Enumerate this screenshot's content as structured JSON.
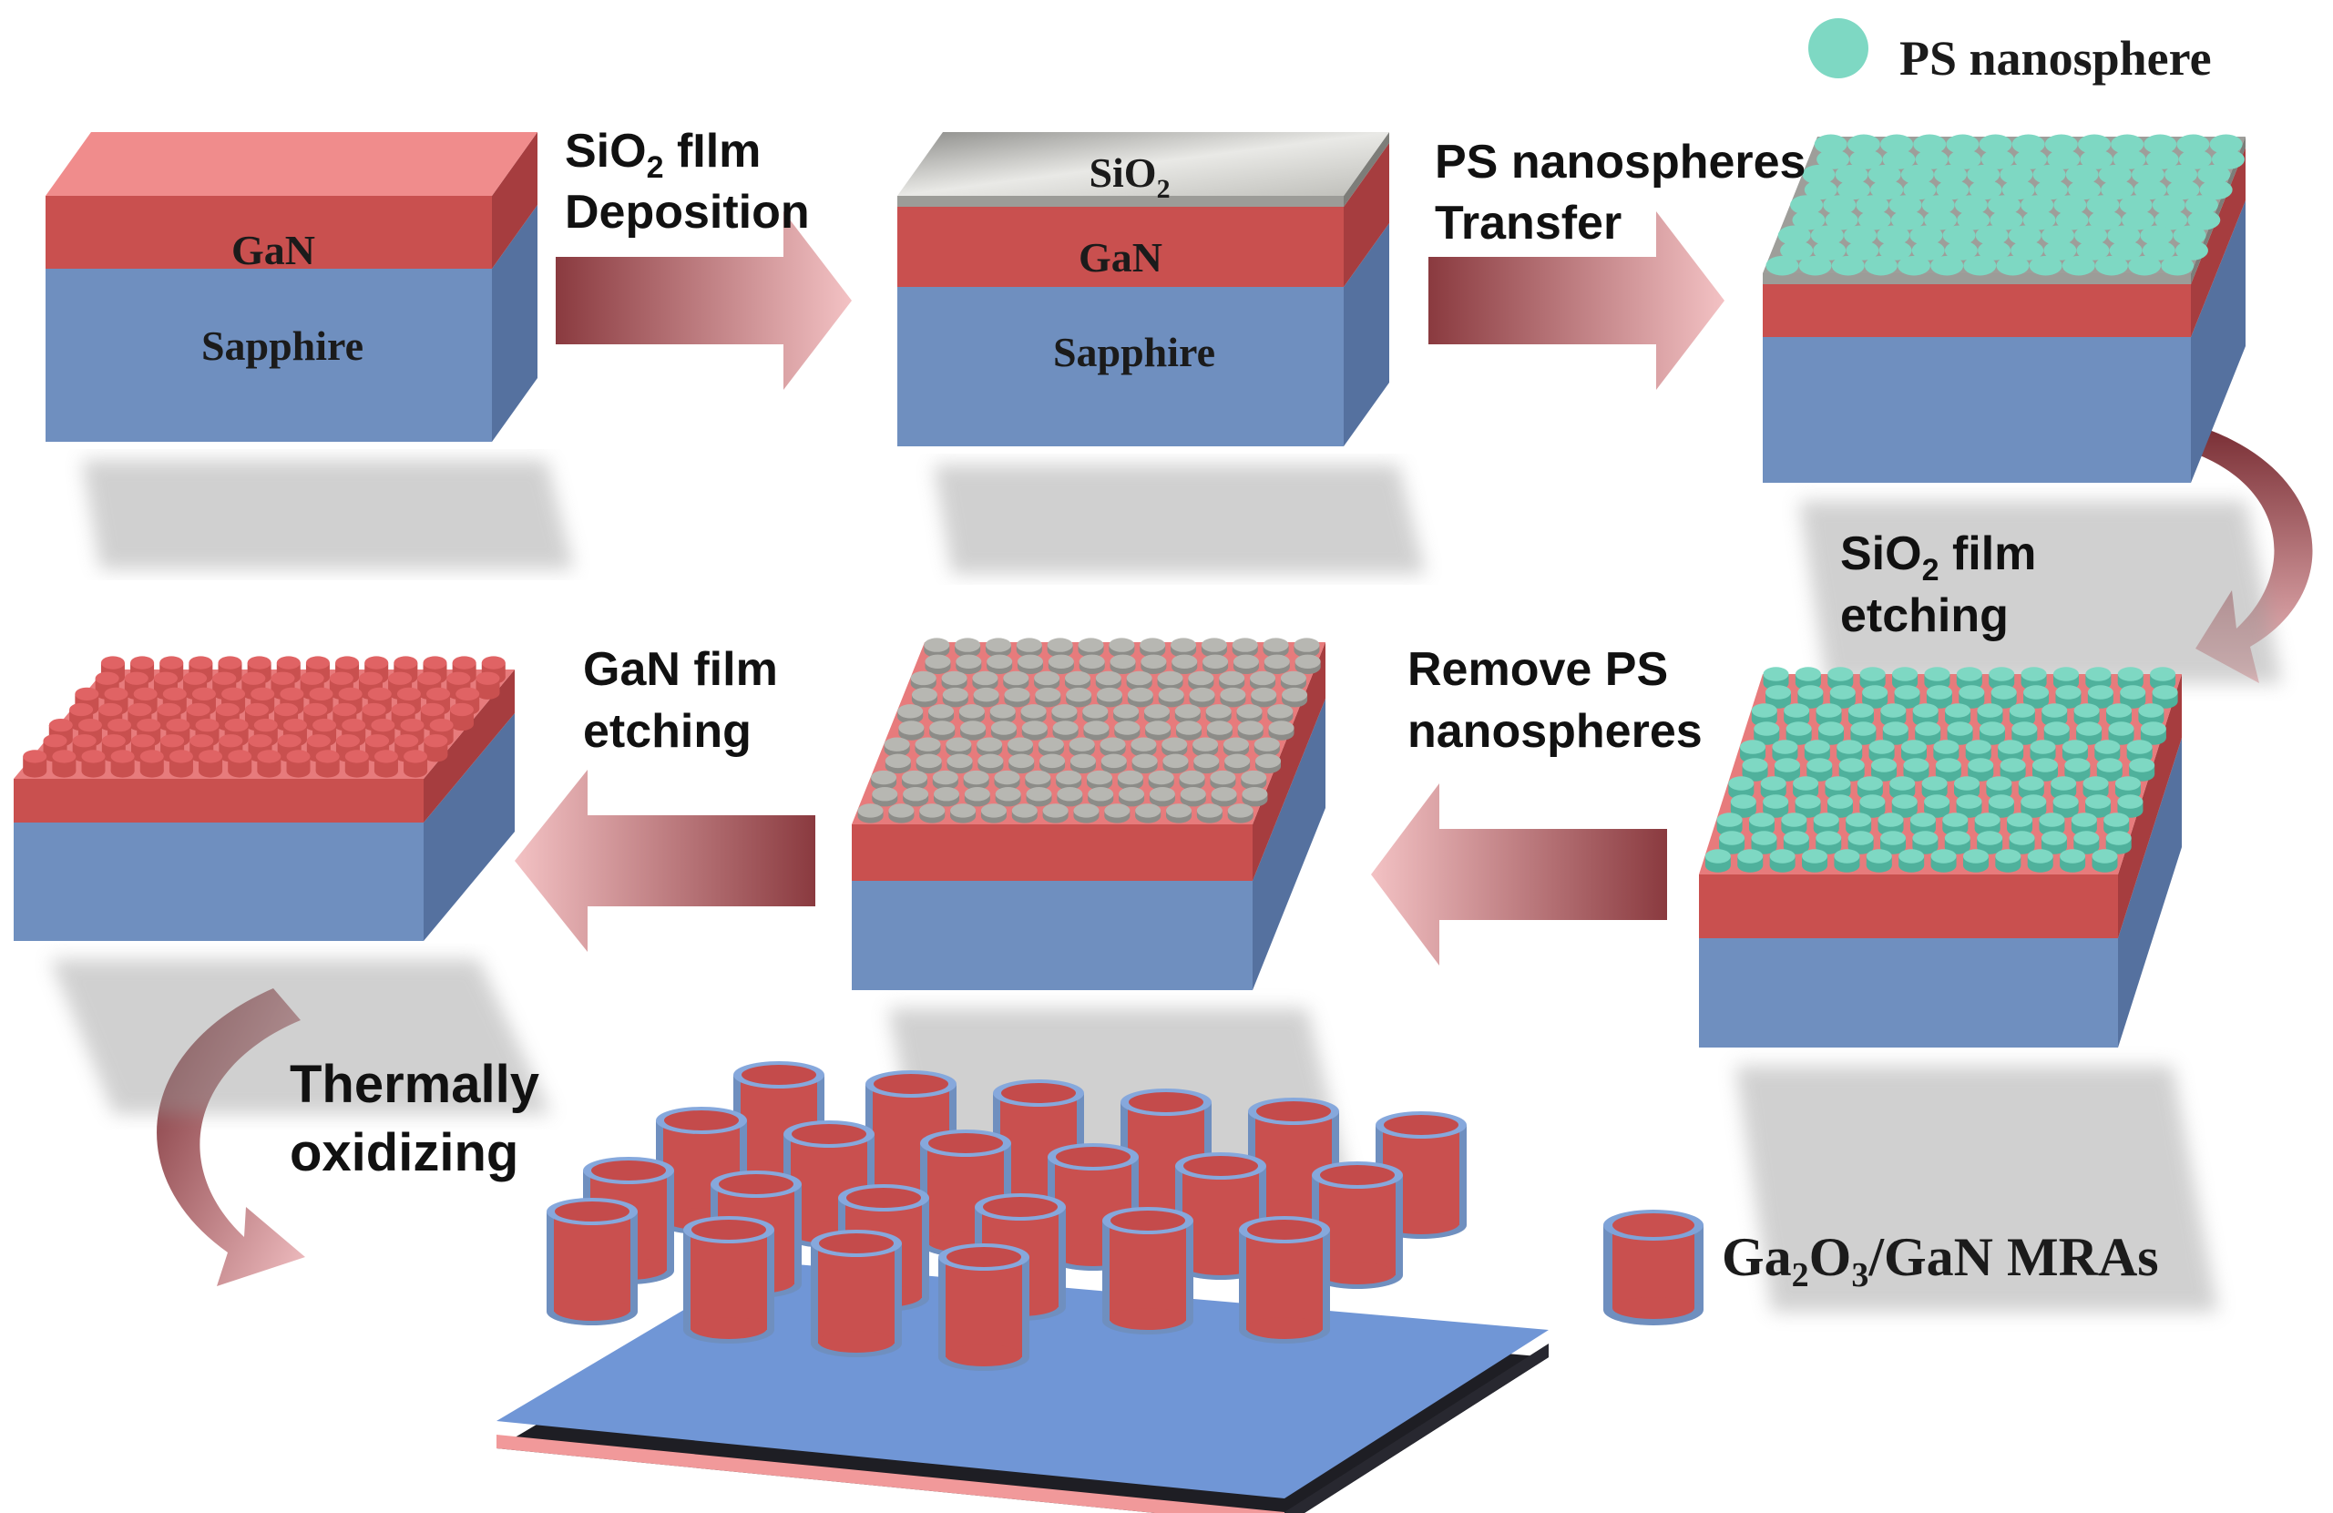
{
  "legend": {
    "ps_nanosphere": "PS nanosphere",
    "mra_label": {
      "main": "Ga",
      "sub1": "2",
      "mid": "O",
      "sub2": "3",
      "rest": "/GaN MRAs"
    }
  },
  "layers": {
    "gan": "GaN",
    "sapphire": "Sapphire",
    "sio2": {
      "main": "SiO",
      "sub": "2"
    }
  },
  "steps": {
    "s1": {
      "line1_main": "SiO",
      "line1_sub": "2",
      "line1_rest": " fIlm",
      "line2": "Deposition"
    },
    "s2": {
      "line1": "PS nanospheres",
      "line2": "Transfer"
    },
    "s3": {
      "line1_main": "SiO",
      "line1_sub": "2",
      "line1_rest": " film",
      "line2": "etching"
    },
    "s4": {
      "line1": "Remove PS",
      "line2": "nanospheres"
    },
    "s5": {
      "line1": "GaN film",
      "line2": "etching"
    },
    "s6": {
      "line1": "Thermally",
      "line2": "oxidizing"
    }
  },
  "colors": {
    "gan_red": "#c9504f",
    "gan_top": "#f08c8c",
    "sapphire_blue": "#6f8fbf",
    "sio2_gray": "#b7b7b2",
    "ps_teal": "#7ed8c3",
    "arrow_dark": "#8a3a3f",
    "arrow_light": "#f3c2c4"
  }
}
